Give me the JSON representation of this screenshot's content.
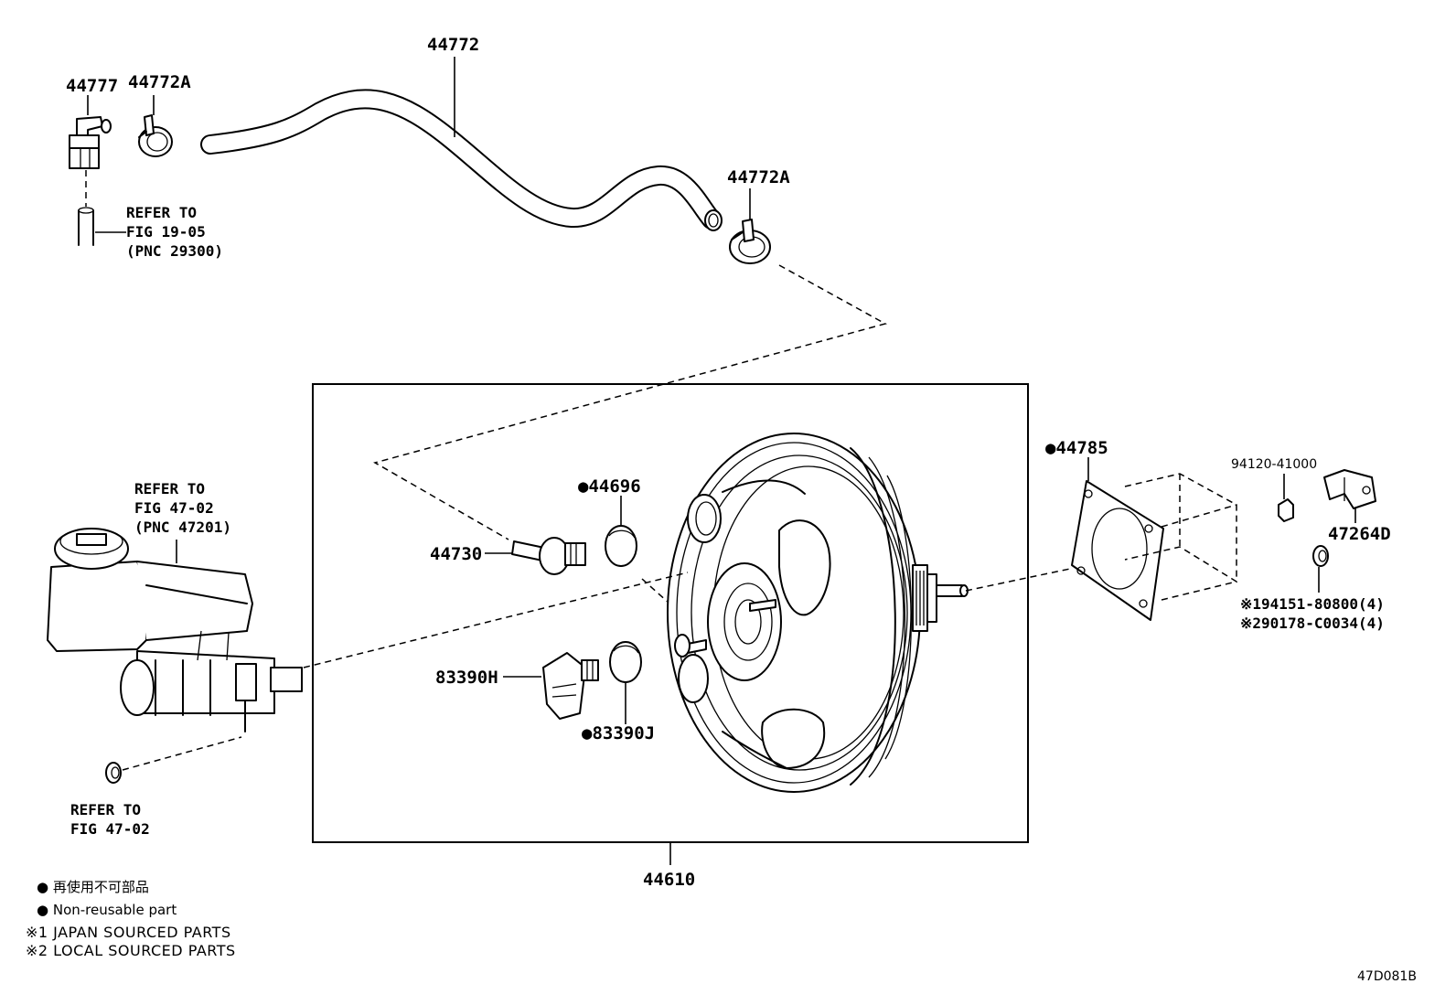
{
  "labels": {
    "hose": "44772",
    "union": "44777",
    "clamp_upper": "44772A",
    "clamp_lower": "44772A",
    "check_valve": "44730",
    "grommet": "●44696",
    "sensor": "83390H",
    "plug": "●83390J",
    "booster_assy": "44610",
    "gasket": "●44785",
    "nut": "94120-41000",
    "bracket": "47264D",
    "washer_1": "※194151-80800(4)",
    "washer_2": "※290178-C0034(4)"
  },
  "refs": {
    "engine_line1": "REFER TO",
    "engine_line2": "FIG 19-05",
    "engine_line3": "(PNC 29300)",
    "master_line1": "REFER TO",
    "master_line2": "FIG 47-02",
    "master_line3": "(PNC 47201)",
    "bottom_line1": "REFER TO",
    "bottom_line2": "FIG 47-02"
  },
  "legend": {
    "jp": "● 再使用不可部品",
    "en": "● Non-reusable part",
    "note1": "※1 JAPAN SOURCED PARTS",
    "note2": "※2 LOCAL SOURCED PARTS"
  },
  "figure_code": "47D081B"
}
